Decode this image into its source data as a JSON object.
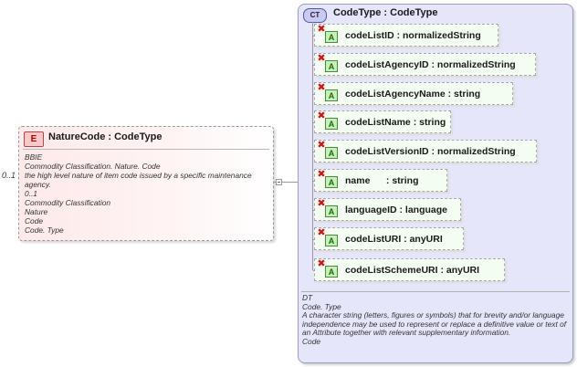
{
  "element": {
    "badge": "E",
    "title": "NatureCode : CodeType",
    "cardinality": "0..1",
    "doc": {
      "line1": "BBIE",
      "line2": "Commodity Classification. Nature. Code",
      "line3": "the high level nature of item code issued by a specific maintenance agency.",
      "line4": "0..1",
      "line5": "Commodity Classification",
      "line6": "Nature",
      "line7": "Code",
      "line8": "Code. Type"
    }
  },
  "complex_type": {
    "badge": "CT",
    "title": "CodeType : CodeType",
    "attributes": [
      {
        "label": "codeListID : normalizedString"
      },
      {
        "label": "codeListAgencyID : normalizedString"
      },
      {
        "label": "codeListAgencyName : string"
      },
      {
        "label": "codeListName : string"
      },
      {
        "label": "codeListVersionID : normalizedString"
      },
      {
        "label": "name      : string"
      },
      {
        "label": "languageID : language"
      },
      {
        "label": "codeListURI : anyURI"
      },
      {
        "label": "codeListSchemeURI : anyURI"
      }
    ],
    "attribute_badge": "A",
    "attribute_flag": "✖",
    "doc": {
      "line1": "DT",
      "line2": "Code. Type",
      "line3": "A character string (letters, figures or symbols) that for brevity and/or language independence may be used to represent or replace a definitive value or text of an Attribute together with relevant supplementary information.",
      "line4": "Code"
    }
  },
  "colors": {
    "element_badge_bg": "#f8c9c9",
    "ct_bg": "#e6e6fb",
    "attribute_bg": "#f4fdf2"
  }
}
